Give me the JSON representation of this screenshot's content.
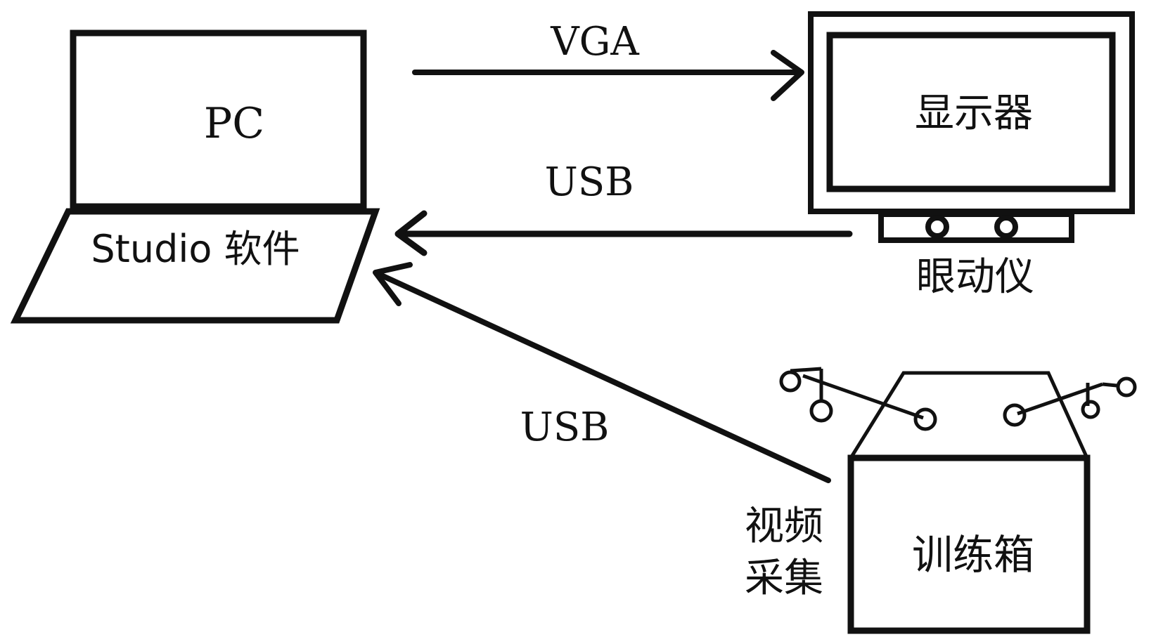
{
  "nodes": {
    "pc": "PC",
    "software": "Studio 软件",
    "monitor": "显示器",
    "eye_tracker": "眼动仪",
    "training_box": "训练箱",
    "video_capture": [
      "视频",
      "采集"
    ]
  },
  "edges": [
    {
      "label": "VGA",
      "from": "PC",
      "to": "显示器"
    },
    {
      "label": "USB",
      "from": "眼动仪",
      "to": "PC"
    },
    {
      "label": "USB",
      "from": "训练箱",
      "to": "PC"
    }
  ]
}
